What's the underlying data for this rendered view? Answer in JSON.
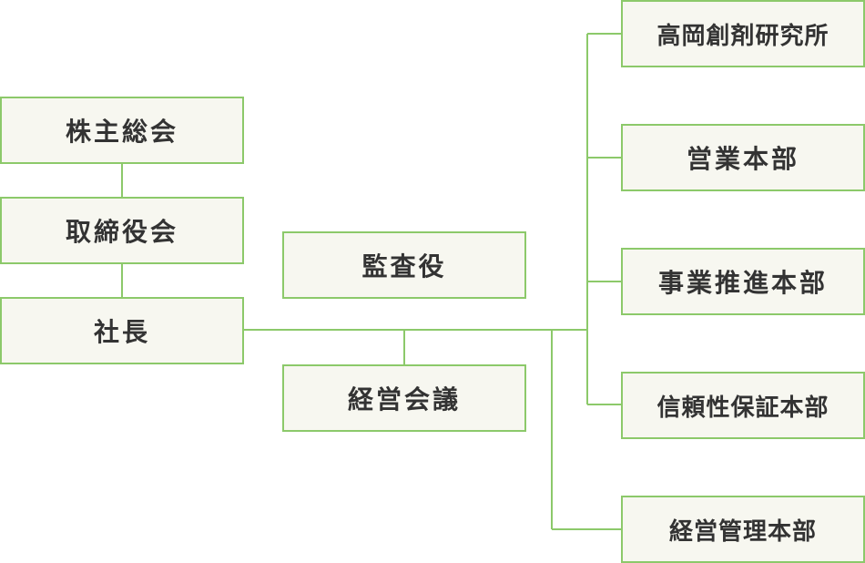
{
  "colors": {
    "line": "#8cc96a",
    "box_fill": "#f7f7f0",
    "text": "#333333"
  },
  "diagram": {
    "shareholders_meeting": "株主総会",
    "board_of_directors": "取締役会",
    "president": "社長",
    "auditor": "監査役",
    "management_council": "経営会議",
    "departments": [
      "高岡創剤研究所",
      "営業本部",
      "事業推進本部",
      "信頼性保証本部",
      "経営管理本部"
    ]
  }
}
